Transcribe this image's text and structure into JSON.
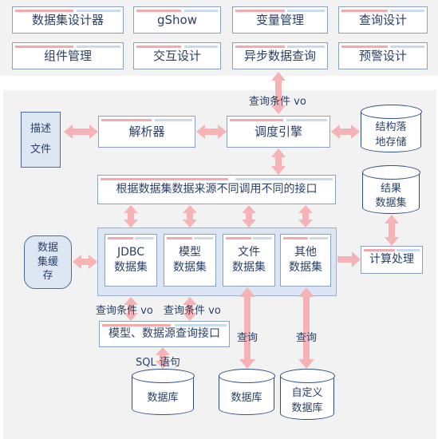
{
  "top_modules": [
    "数据集设计器",
    "gShow",
    "变量管理",
    "查询设计",
    "组件管理",
    "交互设计",
    "异步数据查询",
    "预警设计"
  ],
  "nodes": {
    "describe_file": "描述\n文件",
    "parser": "解析器",
    "scheduler": "调度引擎",
    "structured_storage": "结构落\n地存储",
    "interface": "根据数据集数据来源不同调用不同的接口",
    "result_dataset": "结果\n数据集",
    "cache": "数据\n集缓\n存",
    "jdbc": "JDBC\n数据集",
    "model": "模型\n数据集",
    "file": "文件\n数据集",
    "other": "其他\n数据集",
    "compute": "计算处理",
    "query_interface": "模型、数据源查询接口",
    "db1": "数据库",
    "db2": "数据库",
    "db3": "自定义\n数据库"
  },
  "labels": {
    "query_vo_top": "查询条件 vo",
    "query_vo_left": "查询条件 vo",
    "query_vo_right": "查询条件 vo",
    "sql": "SQL 语句",
    "query1": "查询",
    "query2": "查询"
  },
  "colors": {
    "arrow": "#f6b3b6",
    "box_border": "#8aa0c4",
    "text": "#2a3f66",
    "group_fill": "#dbe5f3",
    "panel": "#f2f2f2"
  }
}
